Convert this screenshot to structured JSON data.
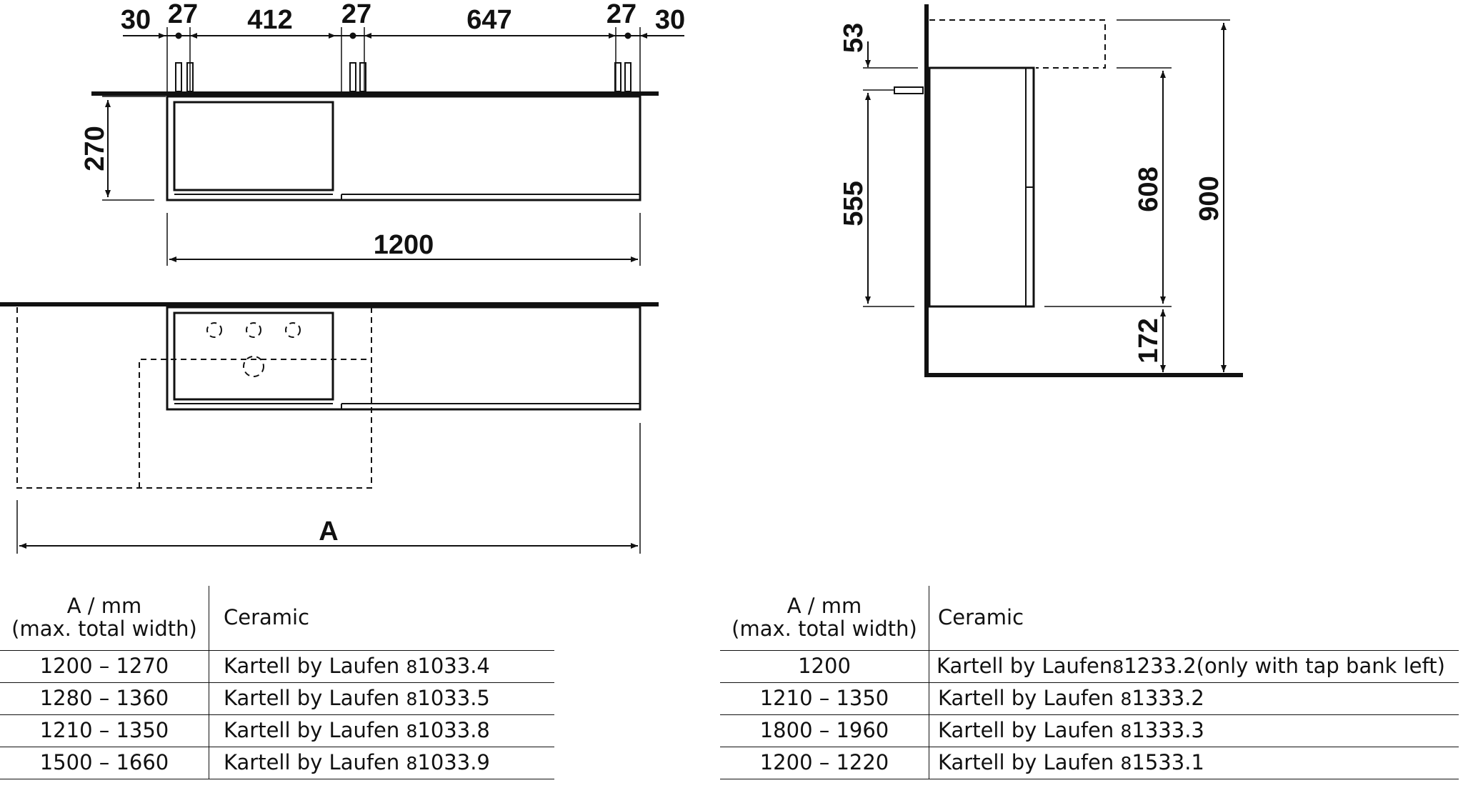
{
  "dimensions": {
    "top_30_left": "30",
    "top_27_left": "27",
    "top_412": "412",
    "top_27_mid": "27",
    "top_647": "647",
    "top_27_right": "27",
    "top_30_right": "30",
    "height_270": "270",
    "width_1200": "1200",
    "width_A": "A",
    "side_53": "53",
    "side_555": "555",
    "side_608": "608",
    "side_900": "900",
    "side_172": "172"
  },
  "table_left": {
    "header_a_line1": "A / mm",
    "header_a_line2": "(max. total width)",
    "header_b": "Ceramic",
    "rows": [
      {
        "range": "1200 – 1270",
        "name": "Kartell by Laufen",
        "code": "8",
        "number": "1033.4"
      },
      {
        "range": "1280 – 1360",
        "name": "Kartell by Laufen",
        "code": "8",
        "number": "1033.5"
      },
      {
        "range": "1210 – 1350",
        "name": "Kartell by Laufen",
        "code": "8",
        "number": "1033.8"
      },
      {
        "range": "1500 – 1660",
        "name": "Kartell by Laufen",
        "code": "8",
        "number": "1033.9"
      }
    ]
  },
  "table_right": {
    "header_a_line1": "A / mm",
    "header_a_line2": "(max. total width)",
    "header_b": "Ceramic",
    "rows": [
      {
        "range": "1200",
        "name": "Kartell by Laufen",
        "code": "8",
        "number": "1233.2(only with tap bank left)"
      },
      {
        "range": "1210 – 1350",
        "name": "Kartell by Laufen",
        "code": "8",
        "number": "1333.2"
      },
      {
        "range": "1800 – 1960",
        "name": "Kartell by Laufen",
        "code": "8",
        "number": "1333.3"
      },
      {
        "range": "1200 – 1220",
        "name": "Kartell by Laufen",
        "code": "8",
        "number": "1533.1"
      }
    ]
  }
}
